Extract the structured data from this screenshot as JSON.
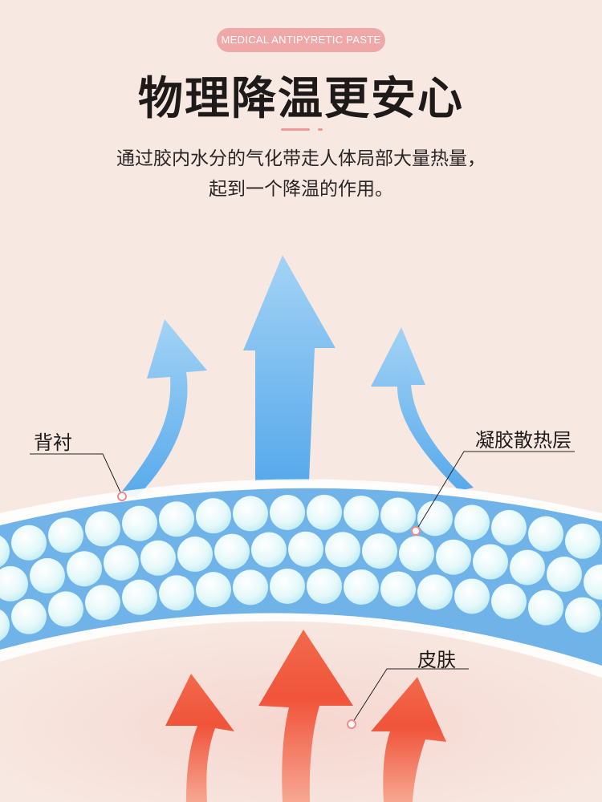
{
  "header": {
    "tag": "MEDICAL ANTIPYRETIC PASTE",
    "headline": "物理降温更安心",
    "subtitle_line1": "通过胶内水分的气化带走人体局部大量热量，",
    "subtitle_line2": "起到一个降温的作用。"
  },
  "labels": {
    "backing": "背衬",
    "gel_layer": "凝胶散热层",
    "skin": "皮肤"
  },
  "colors": {
    "background": "#f7e9e2",
    "tag": "#f0a7a8",
    "gel_band": "#6fb3e8",
    "bubble": "#e6f9fb",
    "heat_arrow": "#f0543a",
    "cool_arrow": "#6bb6ee"
  },
  "icons": {
    "cool_arrows": "up-arrow-icon",
    "heat_arrows": "up-arrow-icon"
  }
}
